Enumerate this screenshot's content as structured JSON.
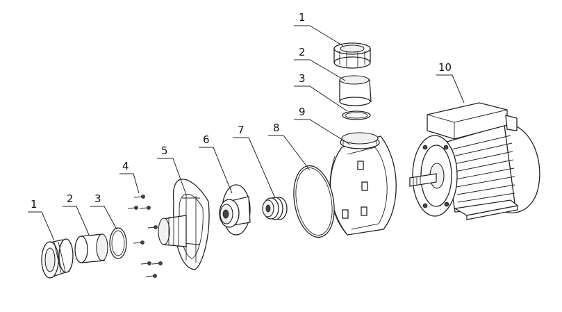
{
  "colors": {
    "line": "#222222",
    "background": "#ffffff",
    "shade": "#f1f1f1"
  },
  "callouts": [
    {
      "id": "c1-top",
      "label": "1"
    },
    {
      "id": "c2-top",
      "label": "2"
    },
    {
      "id": "c3-top",
      "label": "3"
    },
    {
      "id": "c10",
      "label": "10"
    },
    {
      "id": "c9",
      "label": "9"
    },
    {
      "id": "c8",
      "label": "8"
    },
    {
      "id": "c7",
      "label": "7"
    },
    {
      "id": "c6",
      "label": "6"
    },
    {
      "id": "c5",
      "label": "5"
    },
    {
      "id": "c4",
      "label": "4"
    },
    {
      "id": "c3-left",
      "label": "3"
    },
    {
      "id": "c2-left",
      "label": "2"
    },
    {
      "id": "c1-left",
      "label": "1"
    }
  ]
}
